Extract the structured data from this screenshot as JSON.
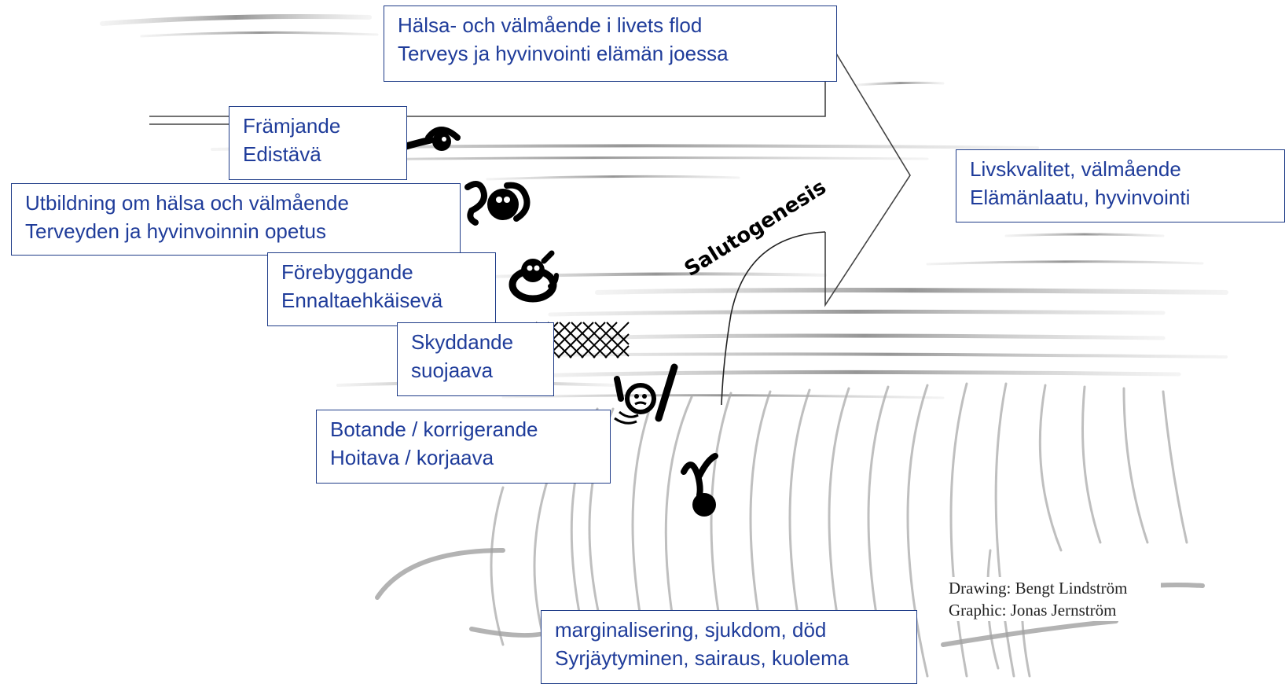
{
  "diagram": {
    "boxes": {
      "title": {
        "line1": "Hälsa- och välmående i livets flod",
        "line2": "Terveys ja hyvinvointi elämän joessa"
      },
      "quality": {
        "line1": "Livskvalitet, välmående",
        "line2": "Elämänlaatu, hyvinvointi"
      },
      "promoting": {
        "line1": "Främjande",
        "line2": "Edistävä"
      },
      "education": {
        "line1": "Utbildning om hälsa och välmående",
        "line2": "Terveyden ja hyvinvoinnin opetus"
      },
      "preventive": {
        "line1": "Förebyggande",
        "line2": "Ennaltaehkäisevä"
      },
      "protective": {
        "line1": "Skyddande",
        "line2": "suojaava"
      },
      "curative": {
        "line1": "Botande / korrigerande",
        "line2": "Hoitava / korjaava"
      },
      "marginal": {
        "line1": "marginalisering, sjukdom, död",
        "line2": "Syrjäytyminen, sairaus, kuolema"
      }
    },
    "arrow_label": "Salutogenesis",
    "credits": {
      "drawing": "Drawing: Bengt Lindström",
      "graphic": "Graphic: Jonas Jernström"
    },
    "icons": [
      "swimmer-icon",
      "swimming-person-icon",
      "lifebuoy-person-icon",
      "safety-net-icon",
      "drowning-person-icon",
      "falling-person-icon"
    ],
    "colors": {
      "box_text": "#1f3c9a",
      "box_border": "#1f3c88",
      "river": "#9a9a9a",
      "ink": "#000000"
    }
  }
}
